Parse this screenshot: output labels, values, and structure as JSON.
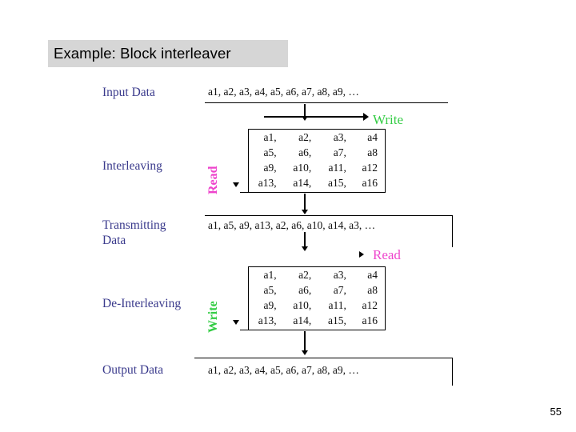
{
  "slide": {
    "title": "Example: Block interleaver",
    "page_number": "55",
    "label_color": "#3a3a8c",
    "title_bg": "#d6d6d6",
    "write_color": "#33cc44",
    "read_color": "#ee44cc"
  },
  "rows": {
    "input": {
      "label": "Input Data",
      "sequence": "a1, a2, a3, a4, a5, a6, a7, a8, a9, …"
    },
    "interleaving": {
      "label": "Interleaving",
      "op_vertical": "Read",
      "op_horizontal": "Write"
    },
    "transmitting": {
      "label_line1": "Transmitting",
      "label_line2": "Data",
      "sequence": "a1, a5, a9, a13, a2, a6, a10, a14, a3, …"
    },
    "deinterleaving": {
      "label": "De-Interleaving",
      "op_vertical": "Write",
      "op_horizontal": "Read"
    },
    "output": {
      "label": "Output Data",
      "sequence": "a1, a2, a3, a4, a5, a6, a7, a8, a9, …"
    }
  },
  "matrix_interleaver": {
    "rows": [
      [
        "a1,",
        "a2,",
        "a3,",
        "a4"
      ],
      [
        "a5,",
        "a6,",
        "a7,",
        "a8"
      ],
      [
        "a9,",
        "a10,",
        "a11,",
        "a12"
      ],
      [
        "a13,",
        "a14,",
        "a15,",
        "a16"
      ]
    ]
  },
  "matrix_deinterleaver": {
    "rows": [
      [
        "a1,",
        "a2,",
        "a3,",
        "a4"
      ],
      [
        "a5,",
        "a6,",
        "a7,",
        "a8"
      ],
      [
        "a9,",
        "a10,",
        "a11,",
        "a12"
      ],
      [
        "a13,",
        "a14,",
        "a15,",
        "a16"
      ]
    ]
  }
}
